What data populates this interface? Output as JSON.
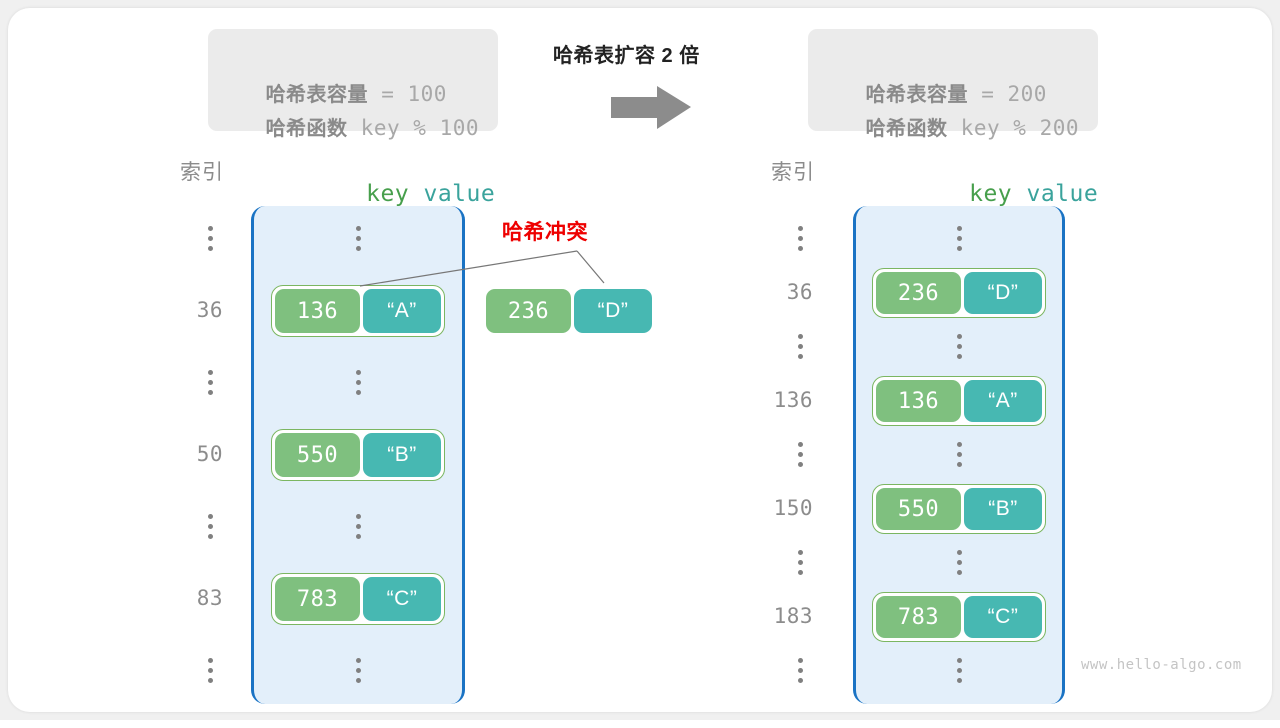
{
  "watermark": "www.hello-algo.com",
  "colors": {
    "card_bg": "#ffffff",
    "page_bg": "#f0f0f0",
    "infobox_bg": "#ebebeb",
    "bucket_bg": "#e3effa",
    "bucket_border": "#1a73c4",
    "key_cell": "#7fc07f",
    "value_cell": "#47b8b2",
    "pair_border": "#7bb661",
    "collision_red": "#ee0000",
    "arrow_gray": "#8c8c8c",
    "header_key": "#479f4c",
    "header_value": "#3aa39c",
    "muted_text": "#8c8c8c"
  },
  "before_info": {
    "capacity_label": "哈希表容量",
    "capacity_eq": " = 100",
    "function_label": "哈希函数",
    "function_expr": " key % 100"
  },
  "after_info": {
    "capacity_label": "哈希表容量",
    "capacity_eq": " = 200",
    "function_label": "哈希函数",
    "function_expr": " key % 200"
  },
  "transition": {
    "title": "哈希表扩容 2 倍",
    "arrow_icon": "right-arrow-icon"
  },
  "collision": {
    "label": "哈希冲突"
  },
  "headers": {
    "index": "索引",
    "key": "key",
    "value": " value"
  },
  "left_table": {
    "rows": [
      {
        "type": "ellipsis",
        "index": ""
      },
      {
        "type": "entry",
        "index": "36",
        "key": "136",
        "value": "“A”"
      },
      {
        "type": "ellipsis",
        "index": ""
      },
      {
        "type": "entry",
        "index": "50",
        "key": "550",
        "value": "“B”"
      },
      {
        "type": "ellipsis",
        "index": ""
      },
      {
        "type": "entry",
        "index": "83",
        "key": "783",
        "value": "“C”"
      },
      {
        "type": "ellipsis",
        "index": ""
      }
    ]
  },
  "detached_pair": {
    "key": "236",
    "value": "“D”"
  },
  "right_table": {
    "rows": [
      {
        "type": "ellipsis",
        "index": ""
      },
      {
        "type": "entry",
        "index": "36",
        "key": "236",
        "value": "“D”"
      },
      {
        "type": "ellipsis",
        "index": ""
      },
      {
        "type": "entry",
        "index": "136",
        "key": "136",
        "value": "“A”"
      },
      {
        "type": "ellipsis",
        "index": ""
      },
      {
        "type": "entry",
        "index": "150",
        "key": "550",
        "value": "“B”"
      },
      {
        "type": "ellipsis",
        "index": ""
      },
      {
        "type": "entry",
        "index": "183",
        "key": "783",
        "value": "“C”"
      },
      {
        "type": "ellipsis",
        "index": ""
      }
    ]
  }
}
